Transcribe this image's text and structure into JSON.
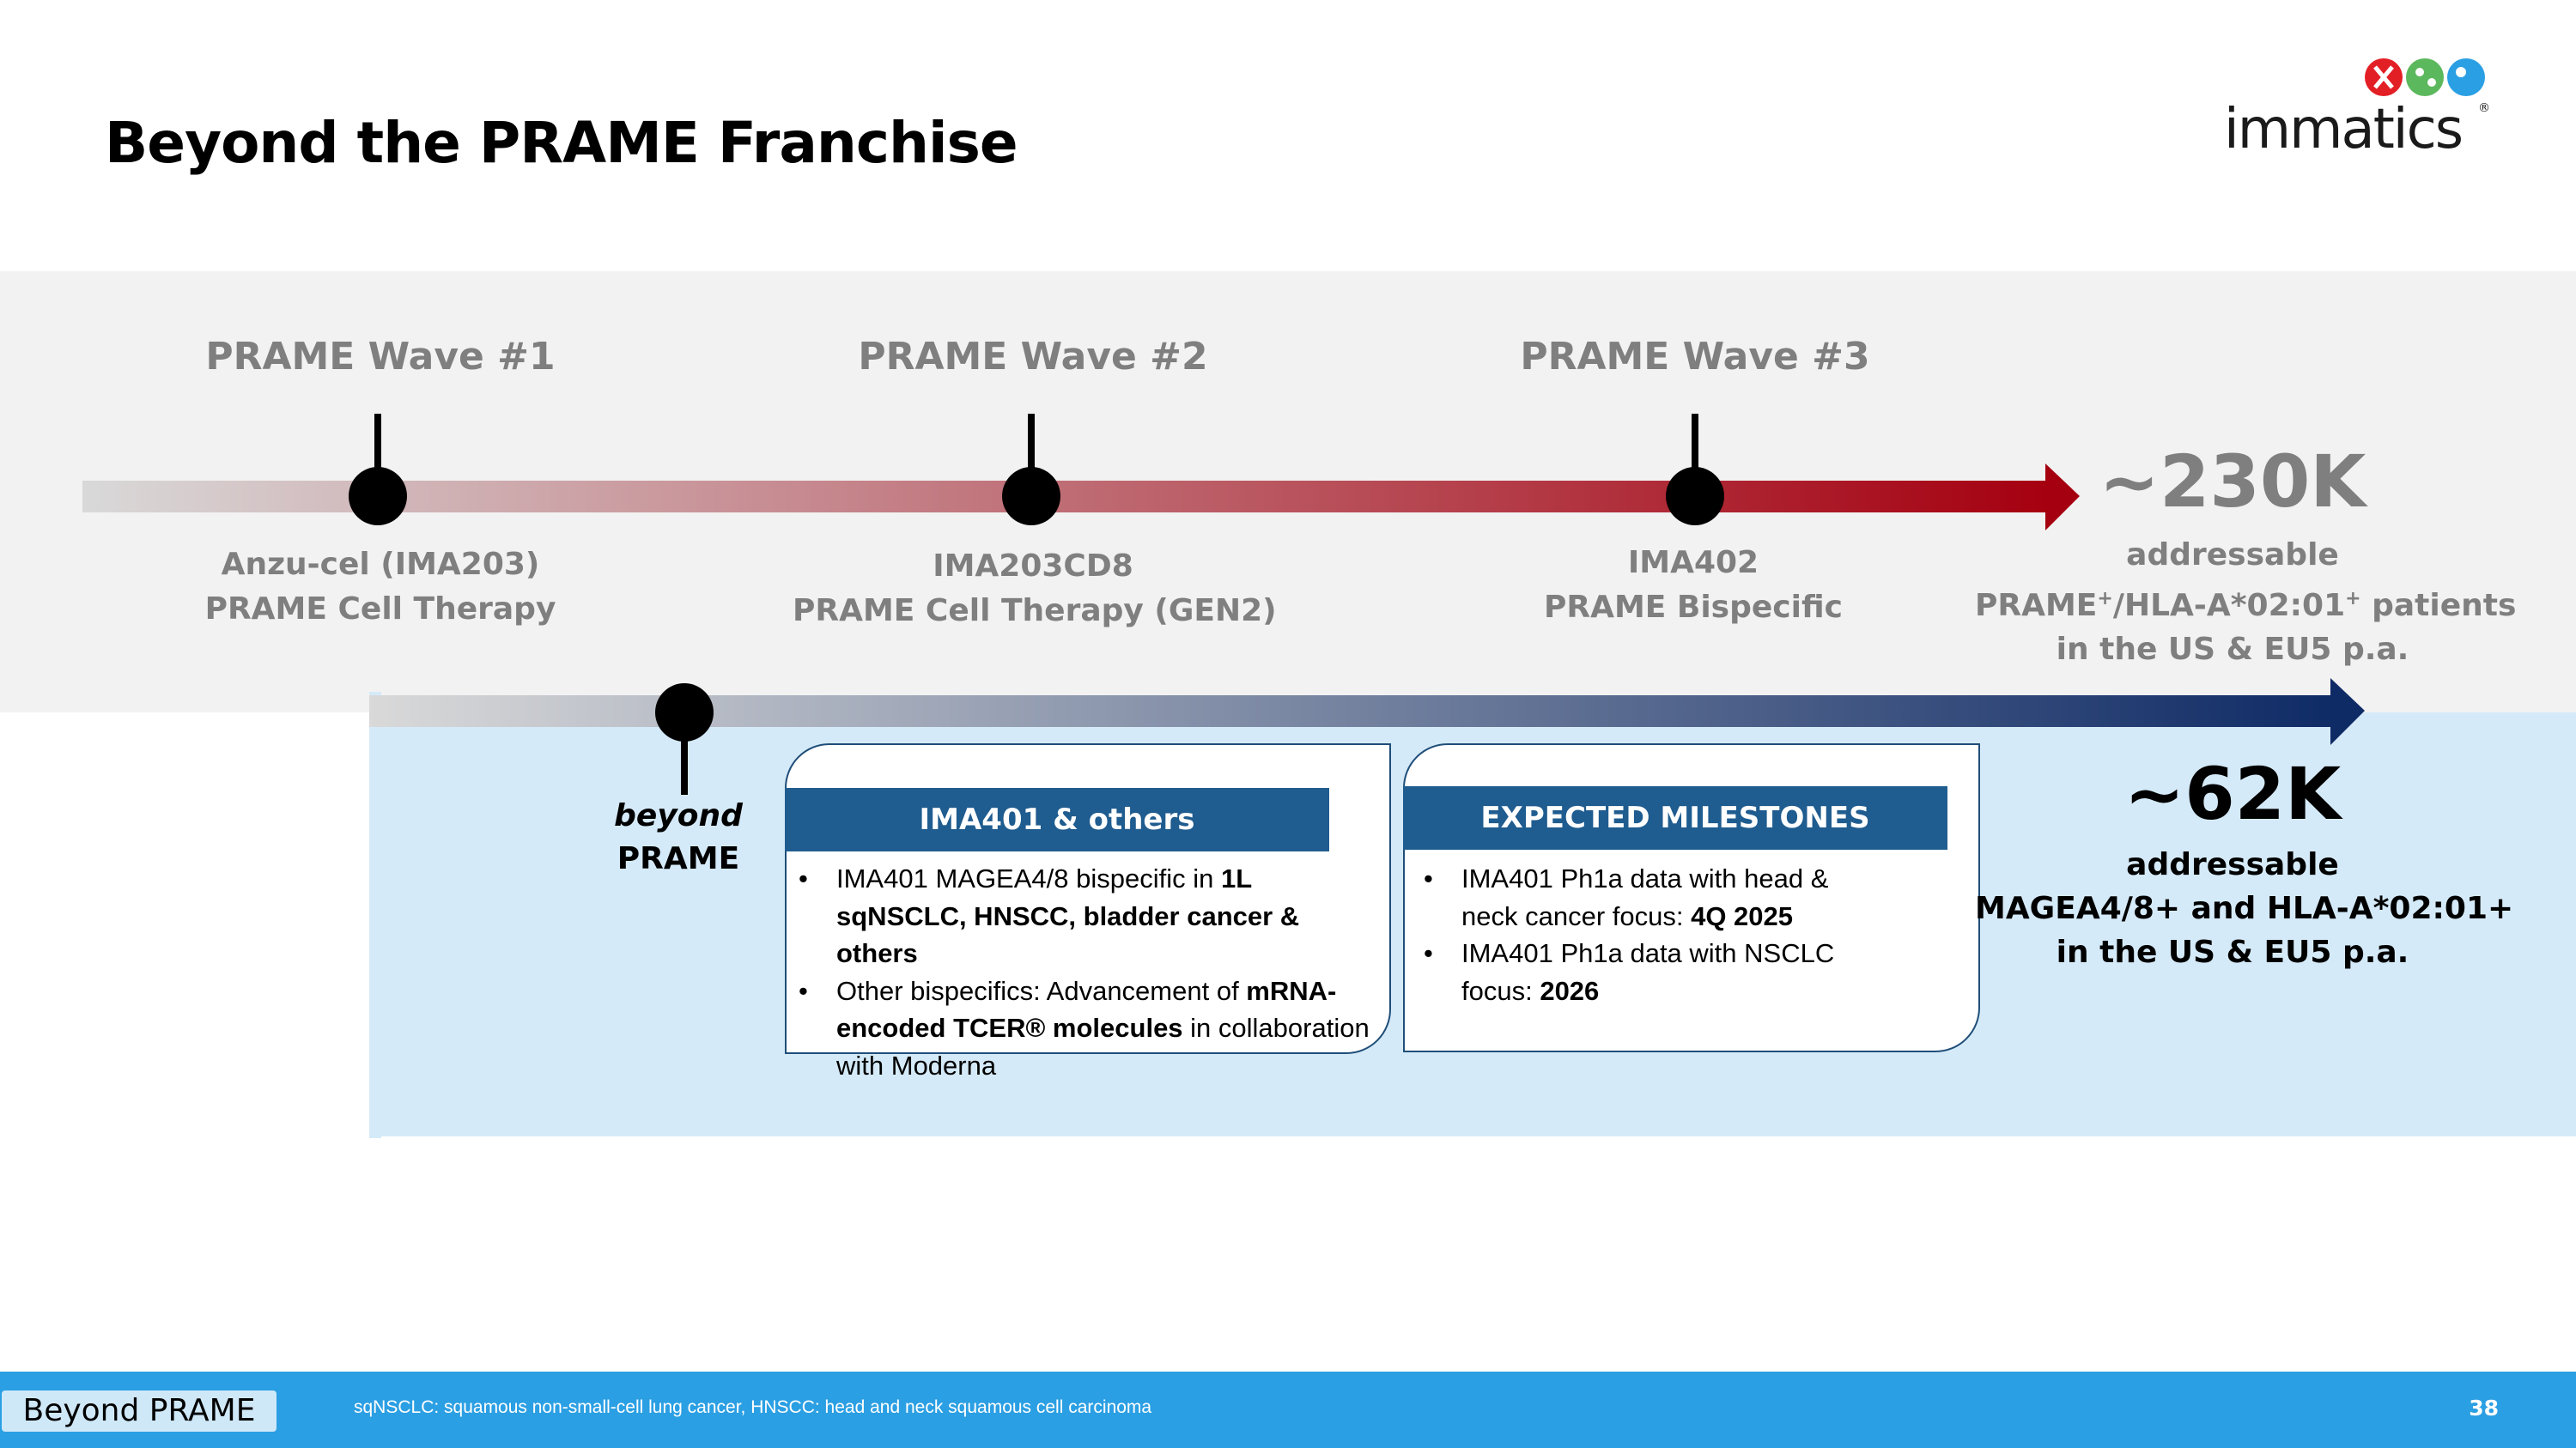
{
  "title": "Beyond the PRAME Franchise",
  "logo": {
    "text": "immatics",
    "registered": "®",
    "dot_colors": [
      "#e31f26",
      "#5cb85c",
      "#2b9fe3"
    ]
  },
  "waves": [
    {
      "label": "PRAME Wave #1",
      "product_line1": "Anzu-cel (IMA203)",
      "product_line2": "PRAME Cell Therapy"
    },
    {
      "label": "PRAME Wave #2",
      "product_line1": "IMA203CD8",
      "product_line2": "PRAME Cell Therapy (GEN2)"
    },
    {
      "label": "PRAME Wave #3",
      "product_line1": "IMA402",
      "product_line2": "PRAME Bispecific"
    }
  ],
  "prame_stat": {
    "value": "~230K",
    "line1": "addressable",
    "line2_pre": "PRAME",
    "sup1": "+",
    "line2_mid": "/HLA-A*02:01",
    "sup2": "+",
    "line2_post": " patients",
    "line3": "in the US & EU5 p.a."
  },
  "beyond": {
    "line1": "beyond",
    "line2": "PRAME"
  },
  "card_left": {
    "header": "IMA401 & others",
    "b1_text": "IMA401 MAGEA4/8 bispecific in ",
    "b1_bold": "1L",
    "b1_bold2": "sqNSCLC, HNSCC, bladder cancer & others",
    "b2_text": "Other bispecifics: Advancement of ",
    "b2_bold": "mRNA-",
    "b2_bold2": "encoded TCER® molecules",
    "b2_text2": " in collaboration",
    "b2_text3": "with Moderna"
  },
  "card_right": {
    "header": "EXPECTED MILESTONES",
    "b1_l1": "IMA401 Ph1a data with head &",
    "b1_l2": "neck cancer focus: ",
    "b1_bold": "4Q 2025",
    "b2_l1": "IMA401 Ph1a data with NSCLC",
    "b2_l2": "focus: ",
    "b2_bold": "2026"
  },
  "magea_stat": {
    "value": "~62K",
    "line1": "addressable",
    "line2": "MAGEA4/8+ and HLA-A*02:01+",
    "line3": "in the US & EU5 p.a."
  },
  "footer": {
    "section": "Beyond PRAME",
    "footnote": "sqNSCLC: squamous non-small-cell lung cancer, HNSCC: head and neck squamous cell carcinoma",
    "page": "38"
  },
  "colors": {
    "wave_arrow_start": "#d9d9d9",
    "wave_arrow_end": "#a50010",
    "beyond_arrow_start": "#d9d9d9",
    "beyond_arrow_end": "#0f2b66",
    "card_header": "#1f5c8f",
    "footer": "#2b9fe3"
  }
}
